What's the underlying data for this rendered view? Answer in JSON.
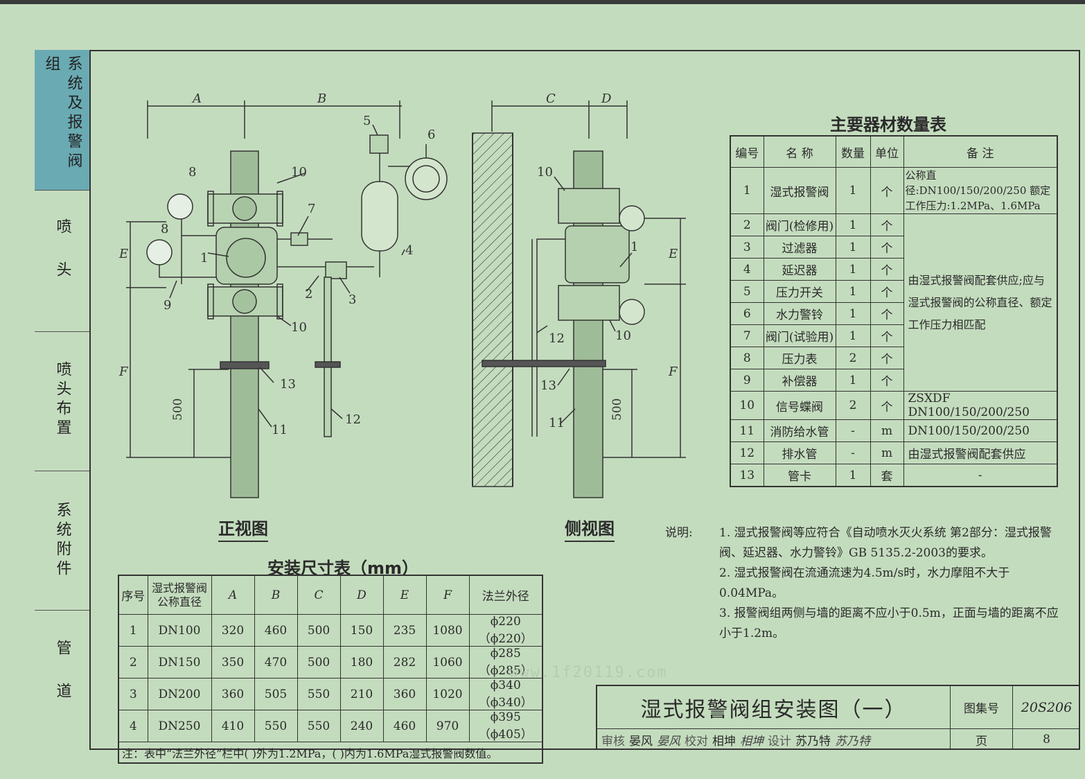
{
  "sidebar": {
    "sections": [
      {
        "label": "系统及报警阀组",
        "active": true
      },
      {
        "label": "喷头",
        "active": false
      },
      {
        "label": "喷头布置",
        "active": false
      },
      {
        "label": "系统附件",
        "active": false
      },
      {
        "label": "管道",
        "active": false
      }
    ]
  },
  "drawing": {
    "front_view_caption": "正视图",
    "side_view_caption": "侧视图",
    "dim_labels": {
      "A": "A",
      "B": "B",
      "C": "C",
      "D": "D",
      "E": "E",
      "F": "F",
      "fixed": "500"
    },
    "callouts": [
      "1",
      "2",
      "3",
      "4",
      "5",
      "6",
      "7",
      "8",
      "9",
      "10",
      "11",
      "12",
      "13"
    ]
  },
  "equipment_table": {
    "title": "主要器材数量表",
    "headers": [
      "编号",
      "名 称",
      "数量",
      "单位",
      "备 注"
    ],
    "rows": [
      {
        "no": "1",
        "name": "湿式报警阀",
        "qty": "1",
        "unit": "个",
        "note": "公称直径:DN100/150/200/250 额定工作压力:1.2MPa、1.6MPa"
      },
      {
        "no": "2",
        "name": "阀门(检修用)",
        "qty": "1",
        "unit": "个"
      },
      {
        "no": "3",
        "name": "过滤器",
        "qty": "1",
        "unit": "个"
      },
      {
        "no": "4",
        "name": "延迟器",
        "qty": "1",
        "unit": "个"
      },
      {
        "no": "5",
        "name": "压力开关",
        "qty": "1",
        "unit": "个"
      },
      {
        "no": "6",
        "name": "水力警铃",
        "qty": "1",
        "unit": "个"
      },
      {
        "no": "7",
        "name": "阀门(试验用)",
        "qty": "1",
        "unit": "个"
      },
      {
        "no": "8",
        "name": "压力表",
        "qty": "2",
        "unit": "个"
      },
      {
        "no": "9",
        "name": "补偿器",
        "qty": "1",
        "unit": "个"
      },
      {
        "no": "10",
        "name": "信号蝶阀",
        "qty": "2",
        "unit": "个",
        "note": "ZSXDF  DN100/150/200/250"
      },
      {
        "no": "11",
        "name": "消防给水管",
        "qty": "-",
        "unit": "m",
        "note": "DN100/150/200/250"
      },
      {
        "no": "12",
        "name": "排水管",
        "qty": "-",
        "unit": "m",
        "note": "由湿式报警阀配套供应"
      },
      {
        "no": "13",
        "name": "管卡",
        "qty": "1",
        "unit": "套",
        "note": "-"
      }
    ],
    "merged_note": "由湿式报警阀配套供应;应与湿式报警阀的公称直径、额定工作压力相匹配"
  },
  "dimension_table": {
    "title": "安装尺寸表（mm）",
    "headers": [
      "序号",
      "湿式报警阀公称直径",
      "A",
      "B",
      "C",
      "D",
      "E",
      "F",
      "法兰外径"
    ],
    "rows": [
      [
        "1",
        "DN100",
        "320",
        "460",
        "500",
        "150",
        "235",
        "1080",
        "ϕ220（ϕ220）"
      ],
      [
        "2",
        "DN150",
        "350",
        "470",
        "500",
        "180",
        "282",
        "1060",
        "ϕ285（ϕ285）"
      ],
      [
        "3",
        "DN200",
        "360",
        "505",
        "550",
        "210",
        "360",
        "1020",
        "ϕ340（ϕ340）"
      ],
      [
        "4",
        "DN250",
        "410",
        "550",
        "550",
        "240",
        "460",
        "970",
        "ϕ395（ϕ405）"
      ]
    ],
    "footnote": "注：表中“法兰外径”栏中( )外为1.2MPa，( )内为1.6MPa湿式报警阀数值。"
  },
  "notes": {
    "label": "说明:",
    "items": [
      "1. 湿式报警阀等应符合《自动喷水灭火系统 第2部分：湿式报警阀、延迟器、水力警铃》GB 5135.2-2003的要求。",
      "2. 湿式报警阀在流通流速为4.5m/s时，水力摩阻不大于0.04MPa。",
      "3. 报警阀组两侧与墙的距离不应小于0.5m，正面与墙的距离不应小于1.2m。"
    ]
  },
  "title_block": {
    "title": "湿式报警阀组安装图（一）",
    "atlas_label": "图集号",
    "atlas_no": "20S206",
    "page_label": "页",
    "page_no": "8",
    "review_label": "审核",
    "reviewer": "晏风",
    "reviewer_sig": "晏风",
    "check_label": "校对",
    "checker": "相坤",
    "checker_sig": "相坤",
    "design_label": "设计",
    "designer": "苏乃特",
    "designer_sig": "苏乃特"
  },
  "watermark": "www.1f20119.com",
  "colors": {
    "paper": "#c4dcbe",
    "sidebar_active": "#6aaab3",
    "line": "#333333"
  }
}
